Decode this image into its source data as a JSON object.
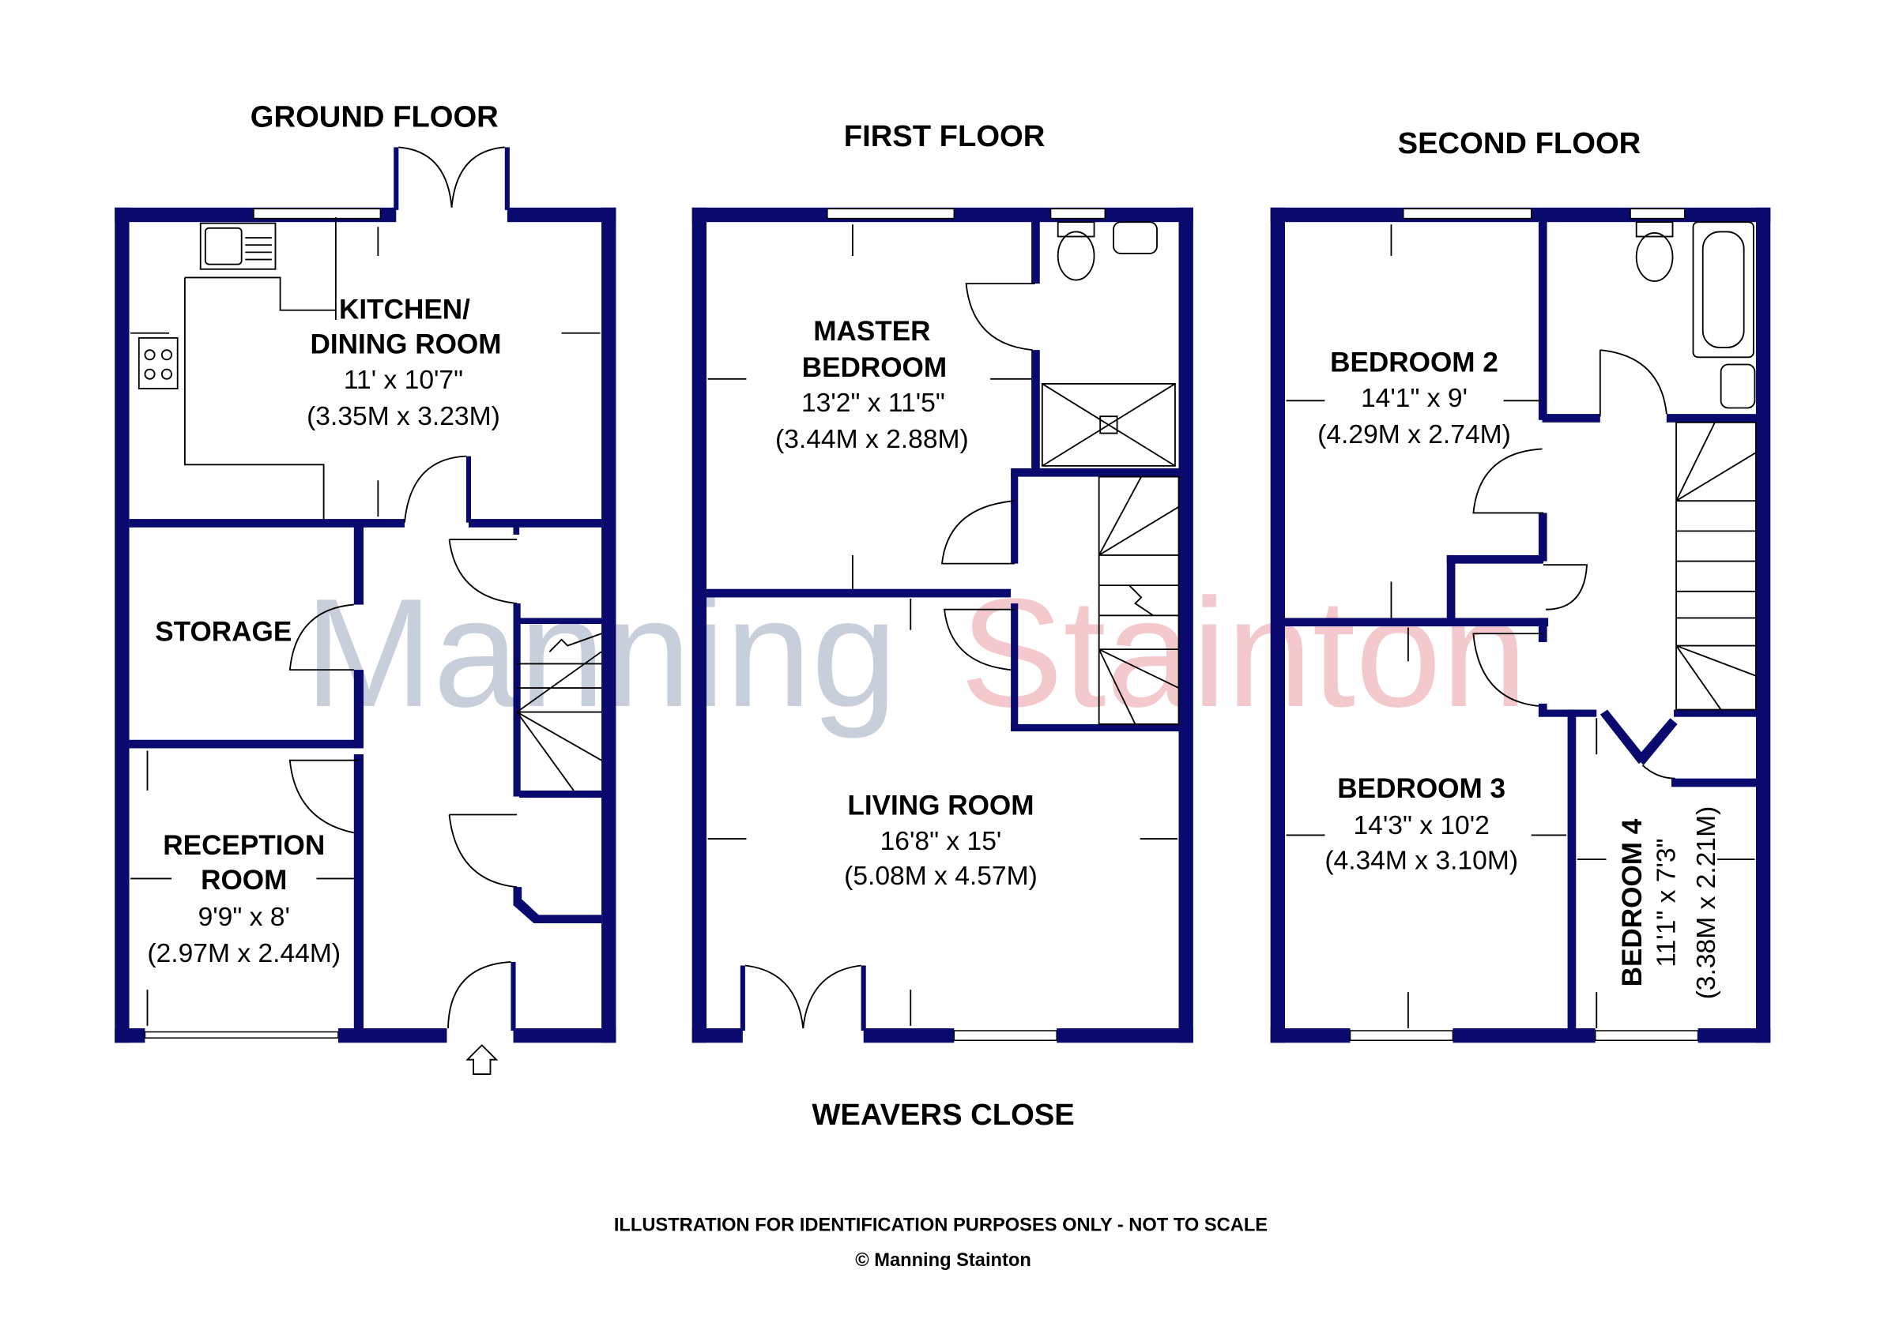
{
  "floors": {
    "ground": {
      "title": "GROUND FLOOR",
      "kitchen": {
        "name_1": "KITCHEN/",
        "name_2": "DINING ROOM",
        "imperial": "11' x 10'7\"",
        "metric": "(3.35M x 3.23M)"
      },
      "storage": {
        "name": "STORAGE"
      },
      "reception": {
        "name_1": "RECEPTION",
        "name_2": "ROOM",
        "imperial": "9'9\" x 8'",
        "metric": "(2.97M x 2.44M)"
      }
    },
    "first": {
      "title": "FIRST FLOOR",
      "master": {
        "name_1": "MASTER",
        "name_2": "BEDROOM",
        "imperial": "13'2\" x 11'5\"",
        "metric": "(3.44M x 2.88M)"
      },
      "living": {
        "name": "LIVING ROOM",
        "imperial": "16'8\" x 15'",
        "metric": "(5.08M x 4.57M)"
      }
    },
    "second": {
      "title": "SECOND FLOOR",
      "bedroom2": {
        "name": "BEDROOM 2",
        "imperial": "14'1\" x 9'",
        "metric": "(4.29M x 2.74M)"
      },
      "bedroom3": {
        "name": "BEDROOM 3",
        "imperial": "14'3\" x 10'2",
        "metric": "(4.34M x 3.10M)"
      },
      "bedroom4": {
        "name": "BEDROOM 4",
        "imperial": "11'1\" x 7'3\"",
        "metric": "(3.38M x 2.21M)"
      }
    }
  },
  "street": "WEAVERS CLOSE",
  "disclaimer": "ILLUSTRATION FOR IDENTIFICATION PURPOSES ONLY - NOT TO SCALE",
  "copyright": "© Manning Stainton",
  "watermark": {
    "word_1": "Manning",
    "word_2": "Stainton"
  },
  "colors": {
    "wall": "#0a0a6e",
    "watermark_1": "#c8cfdb",
    "watermark_2": "#f3c9cd"
  }
}
